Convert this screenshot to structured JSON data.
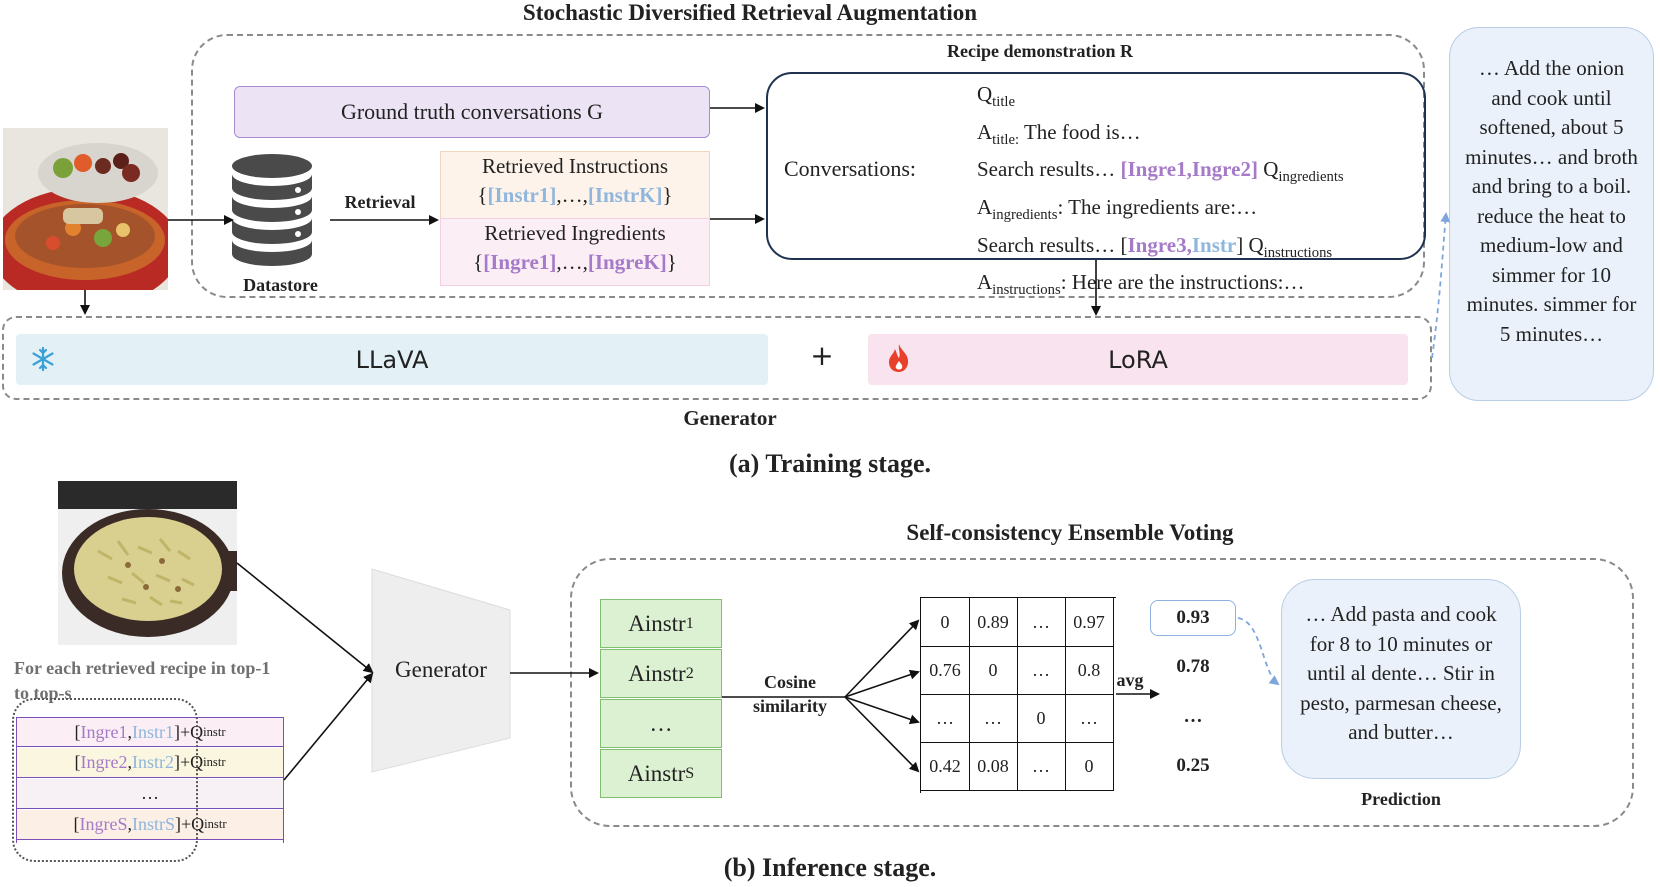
{
  "training": {
    "sdra_title": "Stochastic Diversified Retrieval Augmentation",
    "recipe_demo_title": "Recipe demonstration R",
    "gt_conversations": "Ground truth conversations G",
    "retrieval_label": "Retrieval",
    "datastore_label": "Datastore",
    "retrieved_instructions": {
      "title": "Retrieved Instructions",
      "open": "{",
      "item_first": "[Instr1]",
      "sep": ",…,",
      "item_last": "[InstrK]",
      "close": "}"
    },
    "retrieved_ingredients": {
      "title": "Retrieved Ingredients",
      "open": "{",
      "item_first": "[Ingre1]",
      "sep": ",…,",
      "item_last": "[IngreK]",
      "close": "}"
    },
    "conversations_label": "Conversations:",
    "conv_lines": {
      "l1": {
        "a": "Q",
        "sub": "title"
      },
      "l2": {
        "a": "A",
        "sub": "title:",
        "b": " The food is…"
      },
      "l3": {
        "a": "Search results… ",
        "ing": "[Ingre1,Ingre2]",
        "b": " Q",
        "sub": "ingredients"
      },
      "l4": {
        "a": "A",
        "sub": "ingredients",
        "b": ": The ingredients are:…"
      },
      "l5": {
        "a": "Search results… ",
        "open": "[",
        "ing": "Ingre3,",
        "ins": "Instr",
        "close": "]",
        "b": " Q",
        "sub": "instructions"
      },
      "l6": {
        "a": "A",
        "sub": "instructions",
        "b": ": Here are the instructions:…"
      }
    },
    "llava": "LLaVA",
    "plus": "+",
    "lora": "LoRA",
    "generator_label": "Generator",
    "output_text": "… Add the onion and cook until softened, about 5 minutes… and broth and bring to a boil. reduce the heat to medium-low and simmer for 10 minutes. simmer for 5 minutes…",
    "caption": "(a) Training stage."
  },
  "inference": {
    "sce_title": "Self-consistency Ensemble Voting",
    "for_each": "For each retrieved recipe in top-1 to top-s",
    "rows": [
      {
        "ing": "Ingre1",
        "ins": "Instr1",
        "q": "Q",
        "sub": "instr"
      },
      {
        "ing": "Ingre2",
        "ins": "Instr2",
        "q": "Q",
        "sub": "instr"
      },
      {
        "ellipsis": "…"
      },
      {
        "ing": "IngreS",
        "ins": "InstrS",
        "q": "Q",
        "sub": "instr"
      }
    ],
    "row_open": "[",
    "row_sep": ", ",
    "row_close": "]+",
    "generator": "Generator",
    "ainstr": [
      {
        "base": "Ainstr",
        "sub": "1"
      },
      {
        "base": "Ainstr",
        "sub": "2"
      },
      {
        "base": "…",
        "sub": ""
      },
      {
        "base": "Ainstr",
        "sub": "S"
      }
    ],
    "cosine_line1": "Cosine",
    "cosine_line2": "similarity",
    "matrix": [
      [
        "0",
        "0.89",
        "…",
        "0.97"
      ],
      [
        "0.76",
        "0",
        "…",
        "0.8"
      ],
      [
        "…",
        "…",
        "0",
        "…"
      ],
      [
        "0.42",
        "0.08",
        "…",
        "0"
      ]
    ],
    "avg_label": "avg",
    "scores": [
      "0.93",
      "0.78",
      "…",
      "0.25"
    ],
    "prediction_text": "… Add pasta and cook for 8 to 10 minutes or until al dente… Stir in pesto, parmesan cheese, and butter…",
    "prediction_label": "Prediction",
    "caption": "(b) Inference stage."
  },
  "colors": {
    "dashed_border": "#8a8a8a",
    "gt_box_fill": "#ece4f5",
    "gt_box_border": "#a98bd0",
    "instr_box_fill": "#fdf3ea",
    "ingre_box_fill": "#fbeef5",
    "llava_fill": "#e3f1f6",
    "lora_fill": "#f9e3ee",
    "ainstr_fill": "#dcf1d2",
    "output_fill": "#eaf1fa",
    "ingredient_text": "#a57ac8",
    "instruction_text": "#8fb6dc",
    "lora_flame": "#e8412b",
    "llava_snowflake": "#3aa0d8"
  },
  "icons": [
    "database-icon",
    "snowflake-icon",
    "flame-icon"
  ]
}
